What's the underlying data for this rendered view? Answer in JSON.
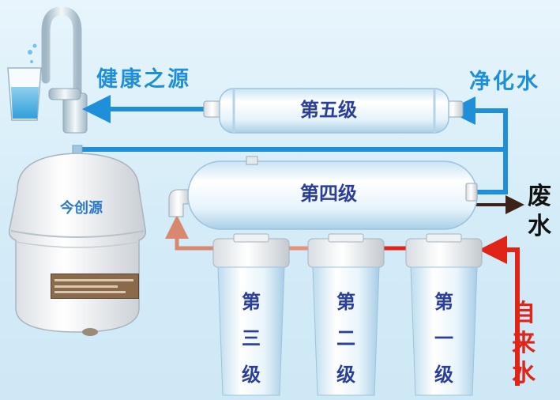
{
  "labels": {
    "healthy_source": "健康之源",
    "purified_water": "净化水",
    "stage5": "第五级",
    "stage4": "第四级",
    "waste_water": [
      "废",
      "水"
    ],
    "tap_water": [
      "自",
      "来",
      "水"
    ],
    "tank_brand": "今创源",
    "stage3": [
      "第",
      "三",
      "级"
    ],
    "stage2": [
      "第",
      "二",
      "级"
    ],
    "stage1": [
      "第",
      "一",
      "级"
    ]
  },
  "colors": {
    "clean_water_flow": "#1e8fd8",
    "raw_water_flow": "#e02418",
    "waste_water_flow": "#3a2418",
    "pre_filter_link": "#d98870",
    "label_navy": "#2a3e9a"
  },
  "icons": [
    "faucet-icon",
    "water-glass-icon",
    "storage-tank-icon",
    "flow-arrow-icon"
  ]
}
